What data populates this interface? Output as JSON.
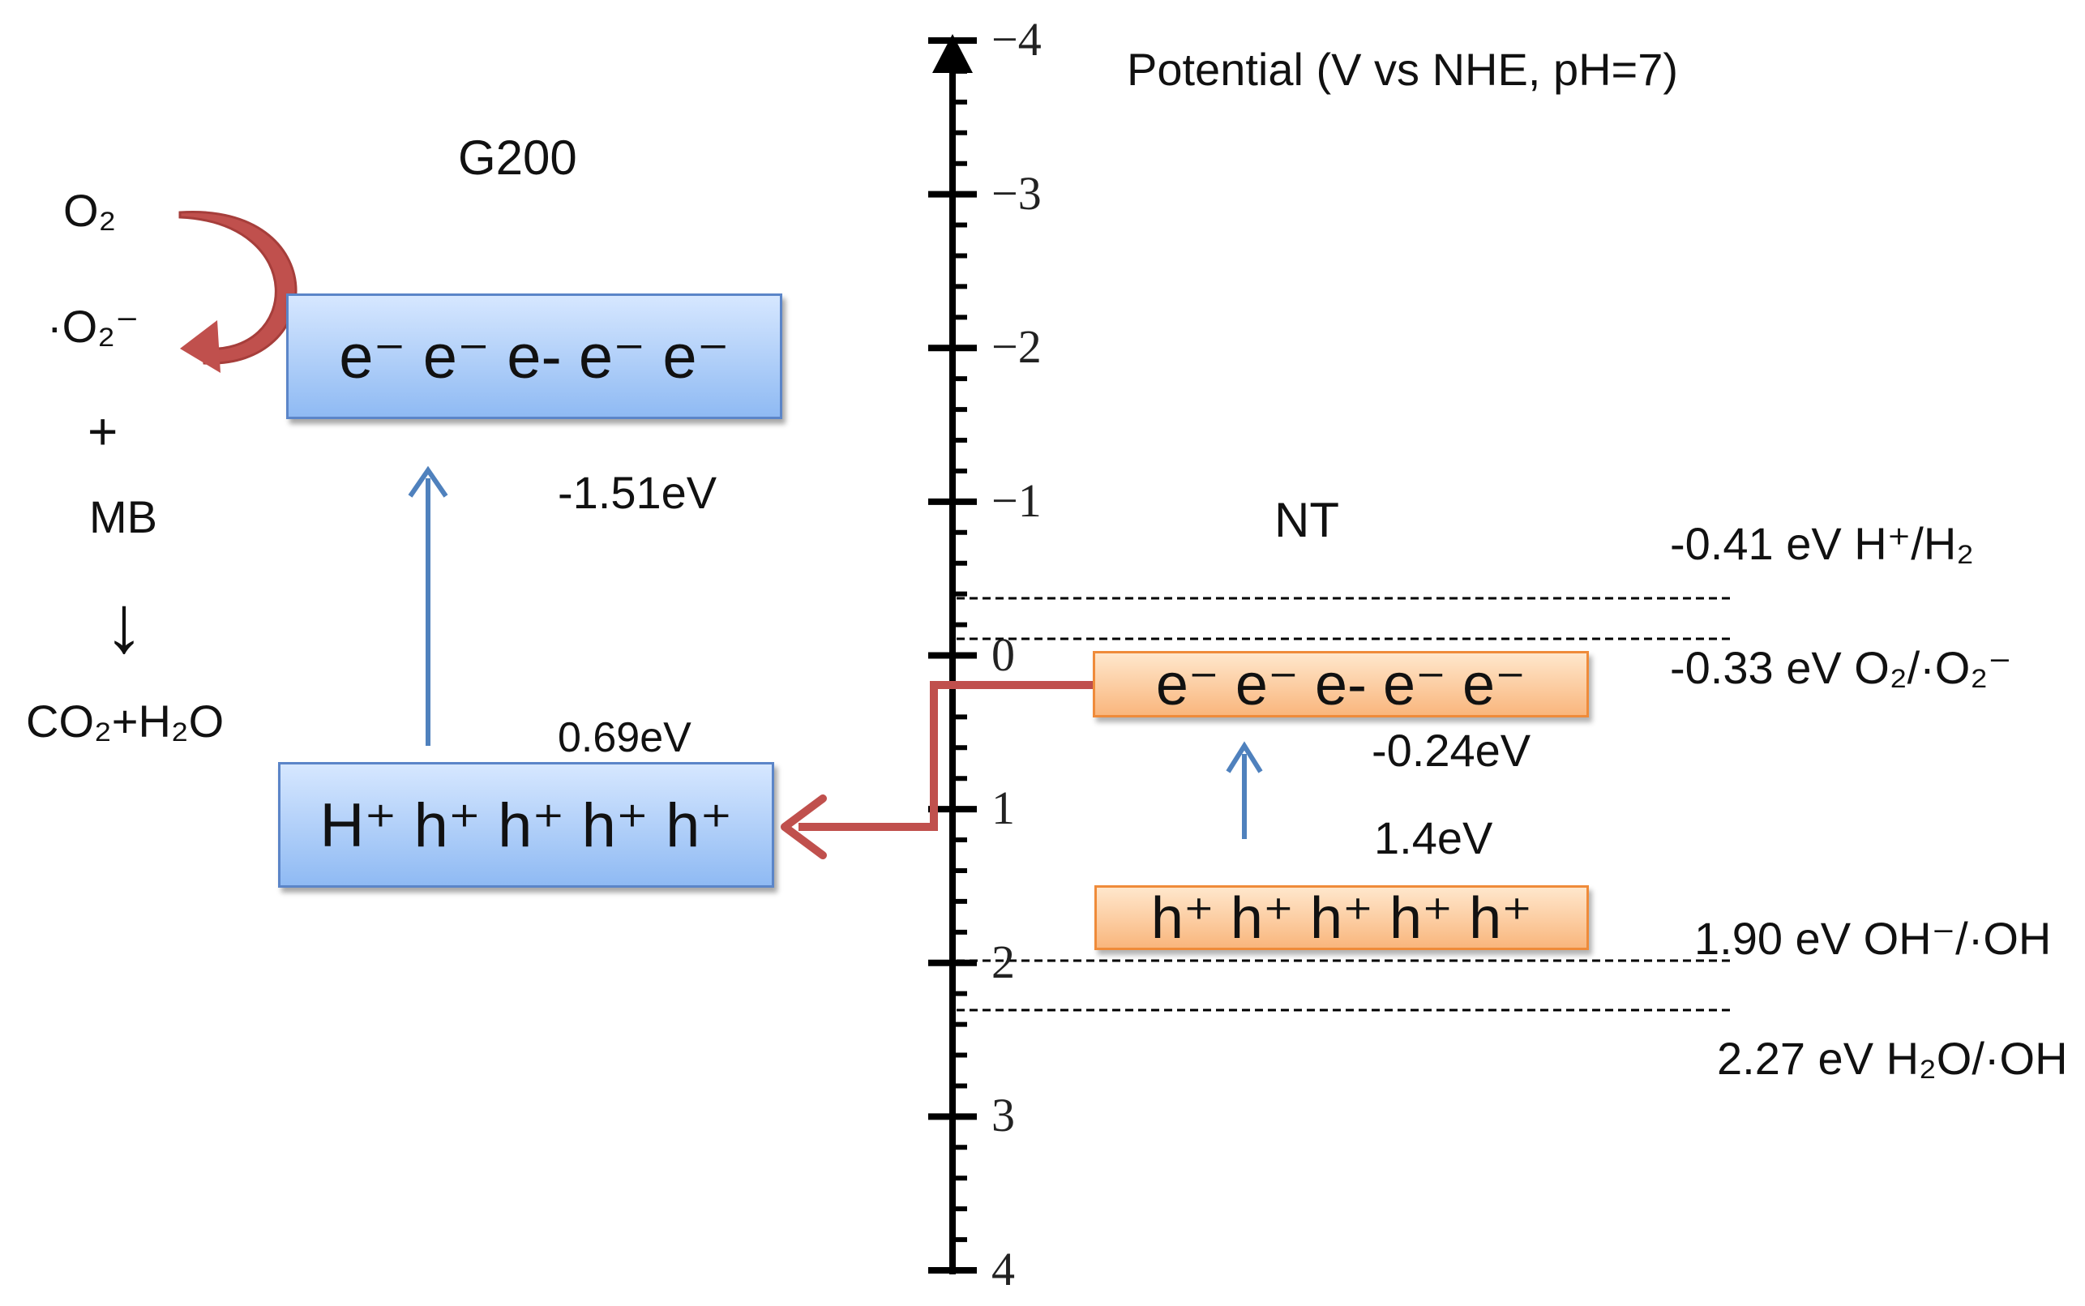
{
  "axis": {
    "title": "Potential (V vs NHE, pH=7)",
    "ticks": [
      "−4",
      "−3",
      "−2",
      "−1",
      "0",
      "1",
      "2",
      "3",
      "4"
    ]
  },
  "g200": {
    "title": "G200",
    "cb_text": "e⁻ e⁻ e- e⁻ e⁻",
    "vb_text": "H⁺ h⁺ h⁺ h⁺ h⁺",
    "cb_label": "-1.51eV",
    "vb_label": "0.69eV"
  },
  "nt": {
    "title": "NT",
    "cb_text": "e⁻ e⁻ e- e⁻ e⁻",
    "vb_text": "h⁺ h⁺ h⁺ h⁺ h⁺",
    "cb_label": "-0.24eV",
    "gap_label": "1.4eV"
  },
  "redox": [
    {
      "value": "-0.41 eV",
      "couple": "H⁺/H₂",
      "potential": -0.41
    },
    {
      "value": "-0.33 eV",
      "couple": "O₂/·O₂⁻",
      "potential": -0.33
    },
    {
      "value": "1.90 eV",
      "couple": "OH⁻/·OH",
      "potential": 1.9
    },
    {
      "value": "2.27 eV",
      "couple": "H₂O/·OH",
      "potential": 2.27
    }
  ],
  "reaction": {
    "o2": "O₂",
    "superoxide": "·O₂⁻",
    "plus": "+",
    "mb": "MB",
    "arrow": "↓",
    "products": "CO₂+H₂O"
  },
  "colors": {
    "blue_box": "#8fbaf3",
    "orange_box": "#f9b67d",
    "red_arrow": "#c0504d",
    "blue_arrow": "#4f81bd"
  }
}
